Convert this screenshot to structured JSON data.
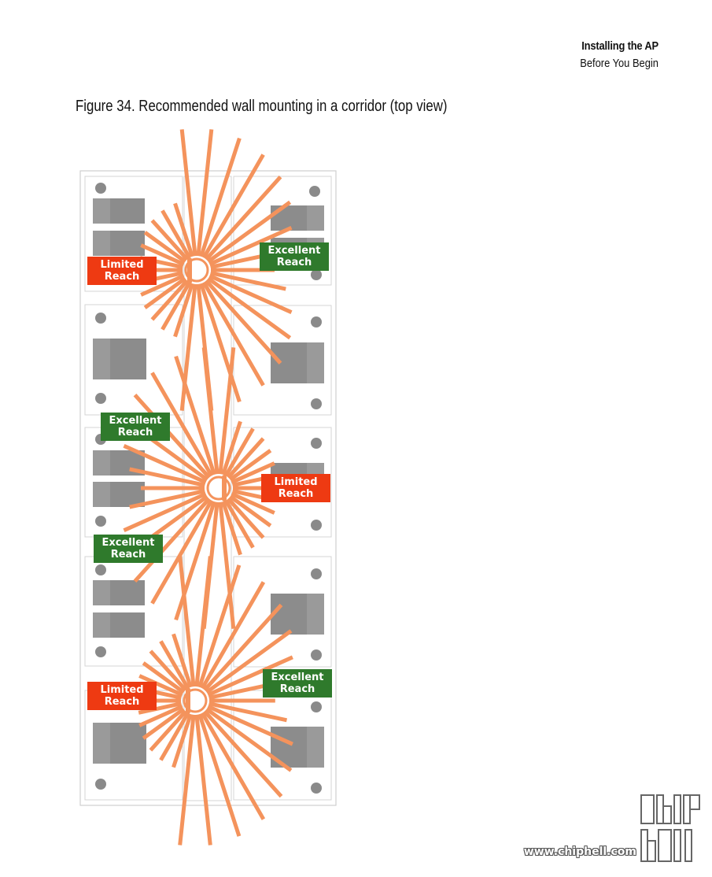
{
  "header": {
    "chapter": "Installing the AP",
    "section": "Before You Begin"
  },
  "figure": {
    "caption": "Figure 34.  Recommended wall mounting in a corridor (top view)"
  },
  "labels": {
    "limited_line1": "Limited",
    "limited_line2": "Reach",
    "excellent_line1": "Excellent",
    "excellent_line2": "Reach"
  },
  "colors": {
    "limited": "#ee3a12",
    "excellent": "#2f7a2c",
    "signal": "#f4935c",
    "room_item": "#8c8c8c"
  },
  "watermark": {
    "url": "www.chiphell.com",
    "logo": "chip hell"
  }
}
